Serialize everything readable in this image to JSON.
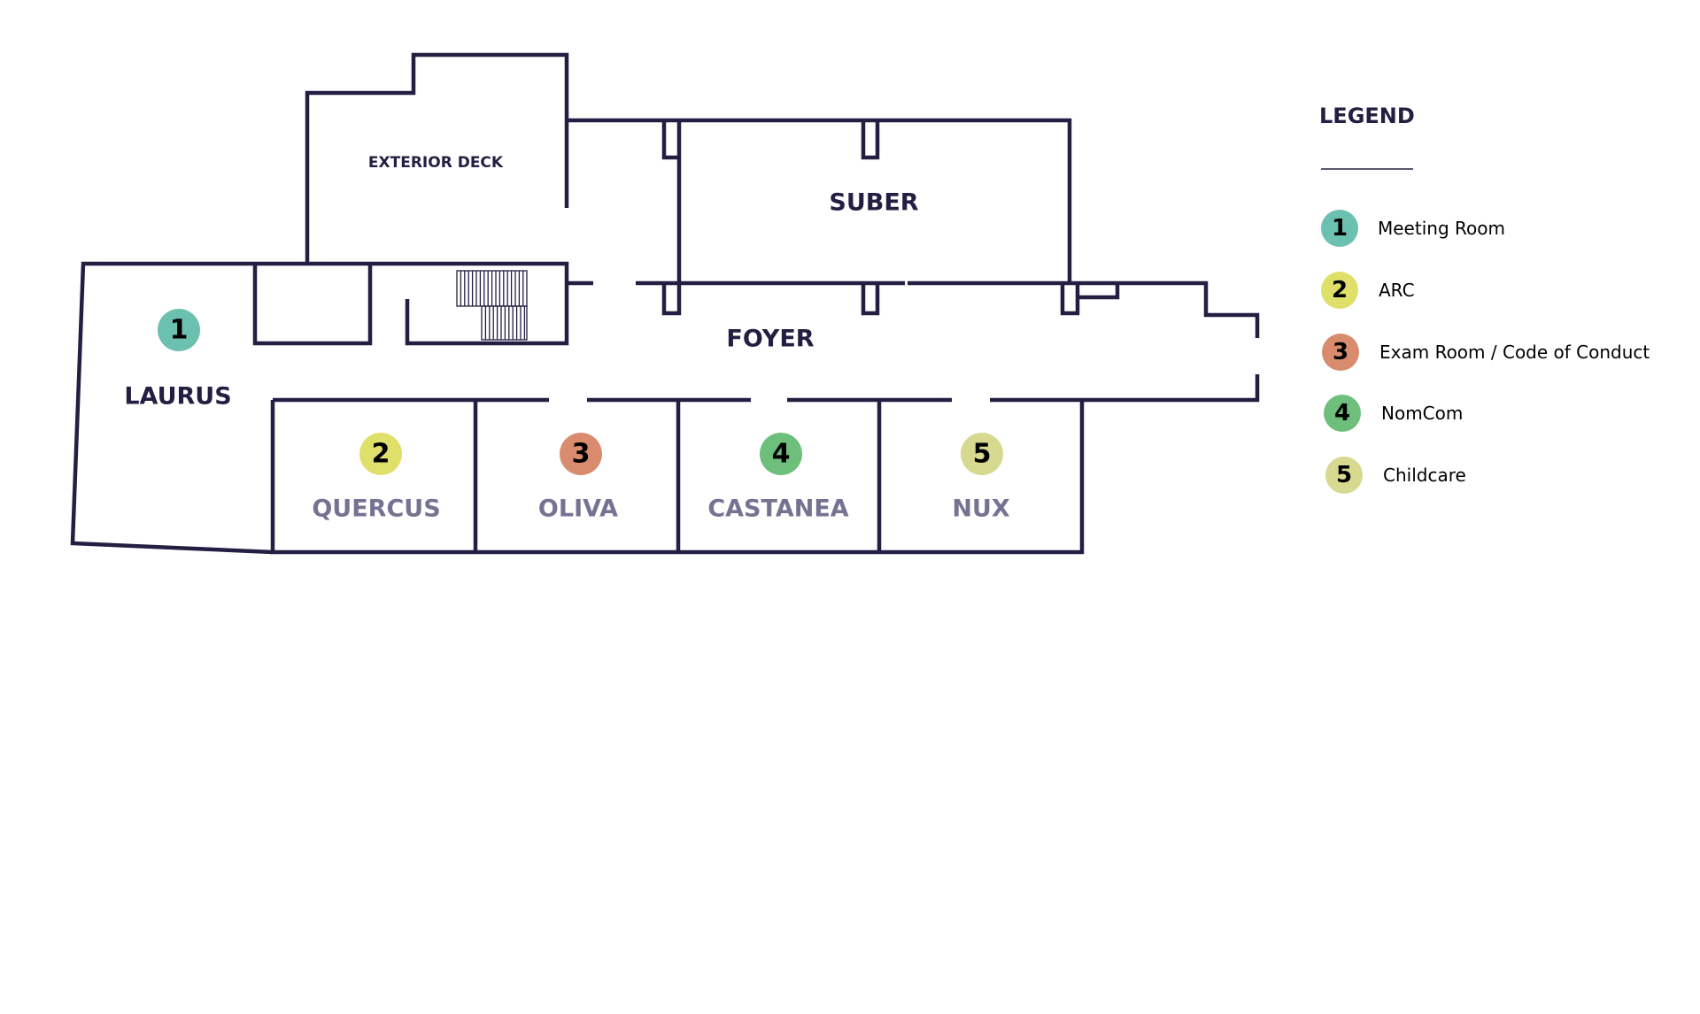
{
  "map": {
    "rooms": {
      "exterior_deck": "EXTERIOR DECK",
      "suber": "SUBER",
      "foyer": "FOYER",
      "laurus": "LAURUS",
      "quercus": "QUERCUS",
      "oliva": "OLIVA",
      "castanea": "CASTANEA",
      "nux": "NUX"
    },
    "markers": [
      {
        "room": "LAURUS",
        "number": "1",
        "color": "#6cc0b0"
      },
      {
        "room": "QUERCUS",
        "number": "2",
        "color": "#dfe06a"
      },
      {
        "room": "OLIVA",
        "number": "3",
        "color": "#d98c6d"
      },
      {
        "room": "CASTANEA",
        "number": "4",
        "color": "#6ebf7b"
      },
      {
        "room": "NUX",
        "number": "5",
        "color": "#d6d98f"
      }
    ]
  },
  "legend": {
    "title": "LEGEND",
    "items": [
      {
        "number": "1",
        "label": "Meeting Room",
        "color": "#6cc0b0"
      },
      {
        "number": "2",
        "label": "ARC",
        "color": "#dfe06a"
      },
      {
        "number": "3",
        "label": "Exam Room / Code of Conduct",
        "color": "#d98c6d"
      },
      {
        "number": "4",
        "label": "NomCom",
        "color": "#6ebf7b"
      },
      {
        "number": "5",
        "label": "Childcare",
        "color": "#d6d98f"
      }
    ]
  },
  "colors": {
    "walls": "#221f42",
    "room_label_dark": "#221f42",
    "room_label_muted": "#757392"
  }
}
